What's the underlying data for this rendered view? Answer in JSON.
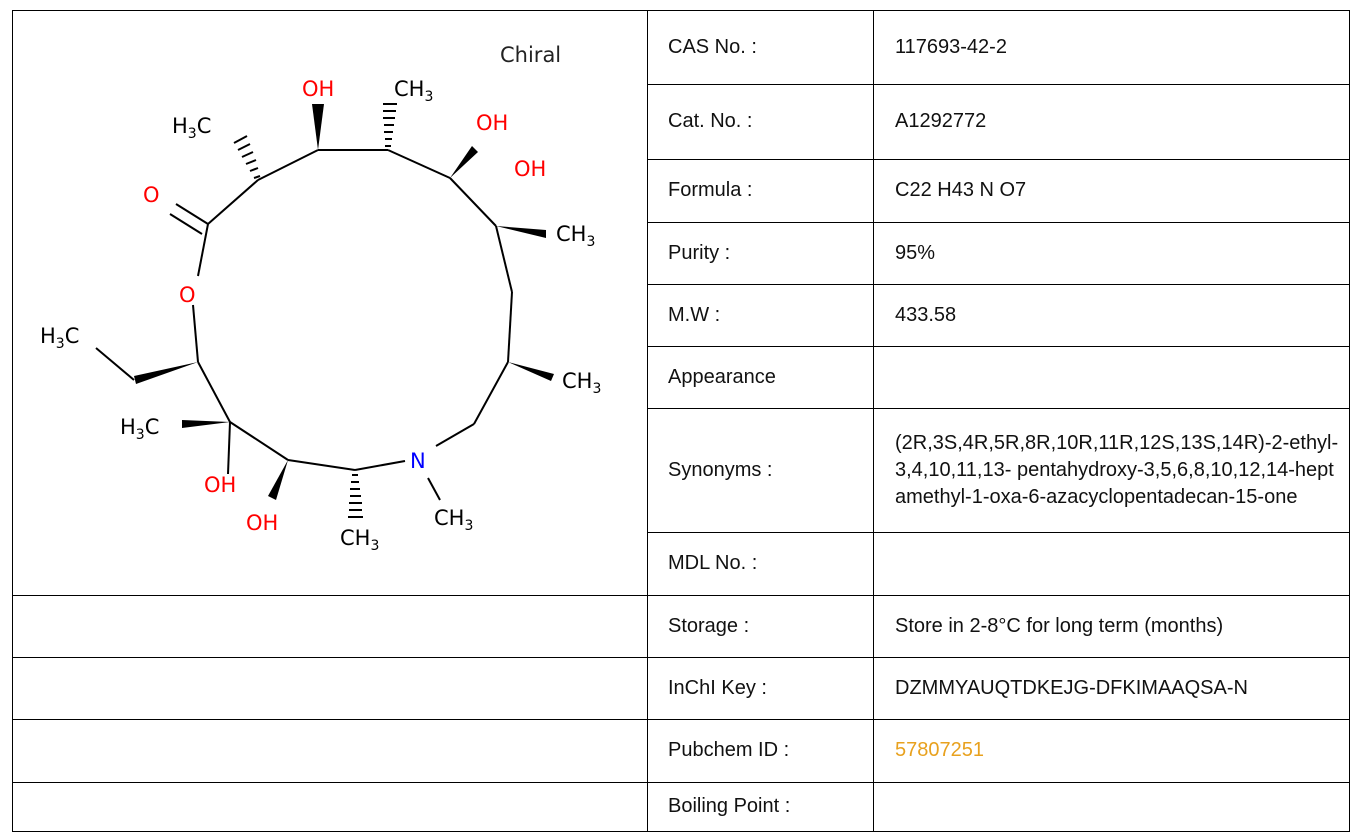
{
  "structure": {
    "chiral_label": "Chiral",
    "atoms": {
      "oh": "OH",
      "o": "O",
      "n": "N",
      "ch3": "CH3",
      "h3c": "H3C"
    },
    "colors": {
      "oxygen": "#ff0000",
      "nitrogen": "#0000ff",
      "carbon": "#000000"
    }
  },
  "rows": [
    {
      "label": "CAS No. :",
      "value": "117693-42-2"
    },
    {
      "label": "Cat. No. :",
      "value": "A1292772"
    },
    {
      "label": "Formula :",
      "value": "C22 H43 N O7"
    },
    {
      "label": "Purity :",
      "value": "95%"
    },
    {
      "label": "M.W :",
      "value": "433.58"
    },
    {
      "label": "Appearance",
      "value": ""
    },
    {
      "label": "Synonyms :",
      "value": "(2R,3S,4R,5R,8R,10R,11R,12S,13S,14R)-2-ethyl-3,4,10,11,13- pentahydroxy-3,5,6,8,10,12,14-heptamethyl-1-oxa-6-azacyclopentadecan-15-one"
    },
    {
      "label": "MDL No. :",
      "value": ""
    },
    {
      "label": "Storage :",
      "value": "Store in 2-8°C for long term (months)"
    },
    {
      "label": "InChI Key :",
      "value": "DZMMYAUQTDKEJG-DFKIMAAQSA-N"
    },
    {
      "label": "Pubchem ID :",
      "value": "57807251",
      "link": true,
      "link_color": "#e8a11e"
    },
    {
      "label": "Boiling Point :",
      "value": ""
    }
  ]
}
